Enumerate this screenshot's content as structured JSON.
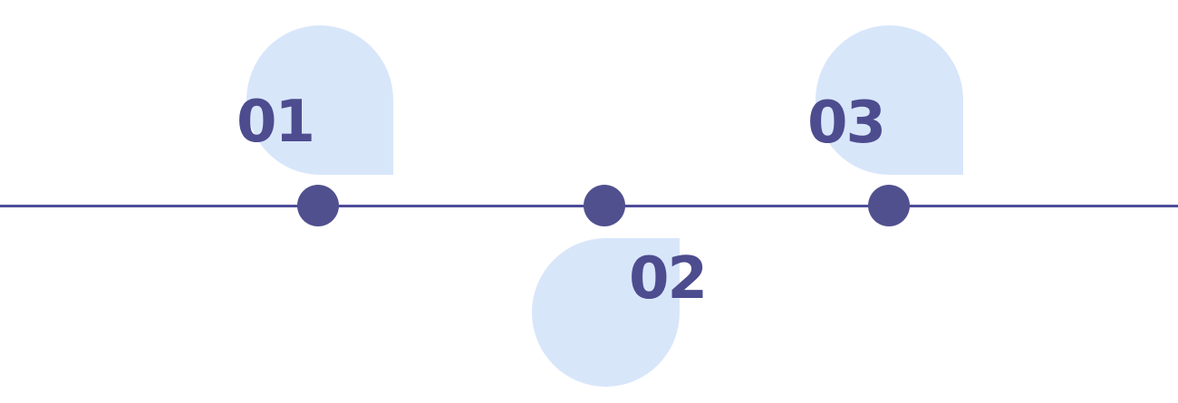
{
  "diagram": {
    "type": "timeline-steps",
    "colors": {
      "background": "#ffffff",
      "line": "#4e4c99",
      "dot": "#51508f",
      "number": "#4d4c8f",
      "bubble": "#d8e6fa"
    },
    "line": {
      "orientation": "horizontal",
      "full_width": true
    },
    "steps": [
      {
        "number": "01",
        "bubble_position": "above-line",
        "bubble_shape": "teardrop-sharp-bottom-right"
      },
      {
        "number": "02",
        "bubble_position": "below-line",
        "bubble_shape": "teardrop-sharp-top-right"
      },
      {
        "number": "03",
        "bubble_position": "above-line",
        "bubble_shape": "teardrop-sharp-bottom-right"
      }
    ]
  }
}
